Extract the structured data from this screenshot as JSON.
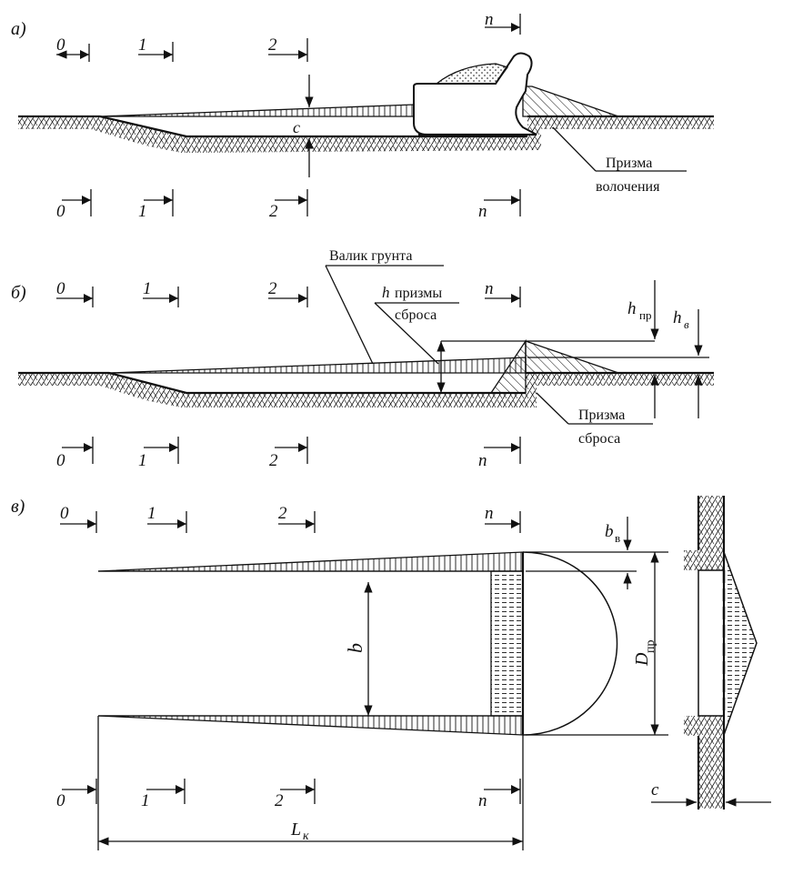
{
  "panels": {
    "a": {
      "letter": "а)",
      "sections_top": [
        "0",
        "1",
        "2",
        "n"
      ],
      "sections_bottom": [
        "0",
        "1",
        "2",
        "n"
      ],
      "dim_label": "c",
      "callout": {
        "line1": "Призма",
        "line2": "волочения"
      }
    },
    "b": {
      "letter": "б)",
      "sections_top": [
        "0",
        "1",
        "2",
        "n"
      ],
      "sections_bottom": [
        "0",
        "1",
        "2",
        "n"
      ],
      "callout_ridge": "Валик грунта",
      "callout_height": {
        "symbol": "h",
        "line1": "призмы",
        "line2": "сброса"
      },
      "h_pr": {
        "main": "h",
        "sub": "пр"
      },
      "h_v": {
        "main": "h",
        "sub": "в"
      },
      "callout_prism": {
        "line1": "Призма",
        "line2": "сброса"
      }
    },
    "c": {
      "letter": "в)",
      "sections_top": [
        "0",
        "1",
        "2",
        "n"
      ],
      "sections_bottom": [
        "0",
        "1",
        "2",
        "n"
      ],
      "b_label": "b",
      "b_v": {
        "main": "b",
        "sub": "в"
      },
      "D_pr": {
        "main": "D",
        "sub": "пр"
      },
      "L_k": {
        "main": "L",
        "sub": "к"
      },
      "c_label": "c"
    }
  }
}
